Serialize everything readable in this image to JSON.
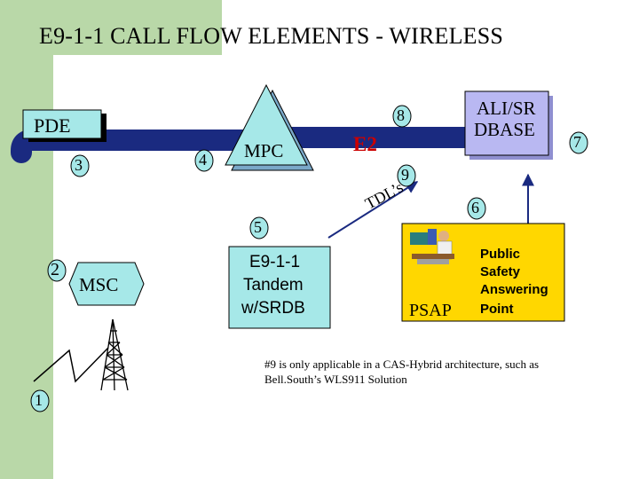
{
  "title": "E9-1-1 CALL FLOW ELEMENTS - WIRELESS",
  "nodes": {
    "pde": "PDE",
    "mpc": "MPC",
    "ali_line1": "ALI/SR",
    "ali_line2": "DBASE",
    "msc": "MSC",
    "tandem_line1": "E9-1-1",
    "tandem_line2": "Tandem",
    "tandem_line3": "w/SRDB",
    "psap": "PSAP",
    "psap_desc_line1": "Public",
    "psap_desc_line2": "Safety",
    "psap_desc_line3": "Answering",
    "psap_desc_line4": "Point"
  },
  "interfaces": {
    "e2": "E2",
    "tdls": "TDL’s"
  },
  "steps": [
    "1",
    "2",
    "3",
    "4",
    "5",
    "6",
    "7",
    "8",
    "9"
  ],
  "note": "#9 is only applicable in a CAS-Hybrid architecture, such as Bell.South’s WLS911 Solution",
  "colors": {
    "backbone": "#1a2a80",
    "node_fill": "#a6e8e8",
    "psap_fill": "#ffd700",
    "accent_green": "#b9d8a8",
    "ali_fill": "#b9b8f2"
  }
}
